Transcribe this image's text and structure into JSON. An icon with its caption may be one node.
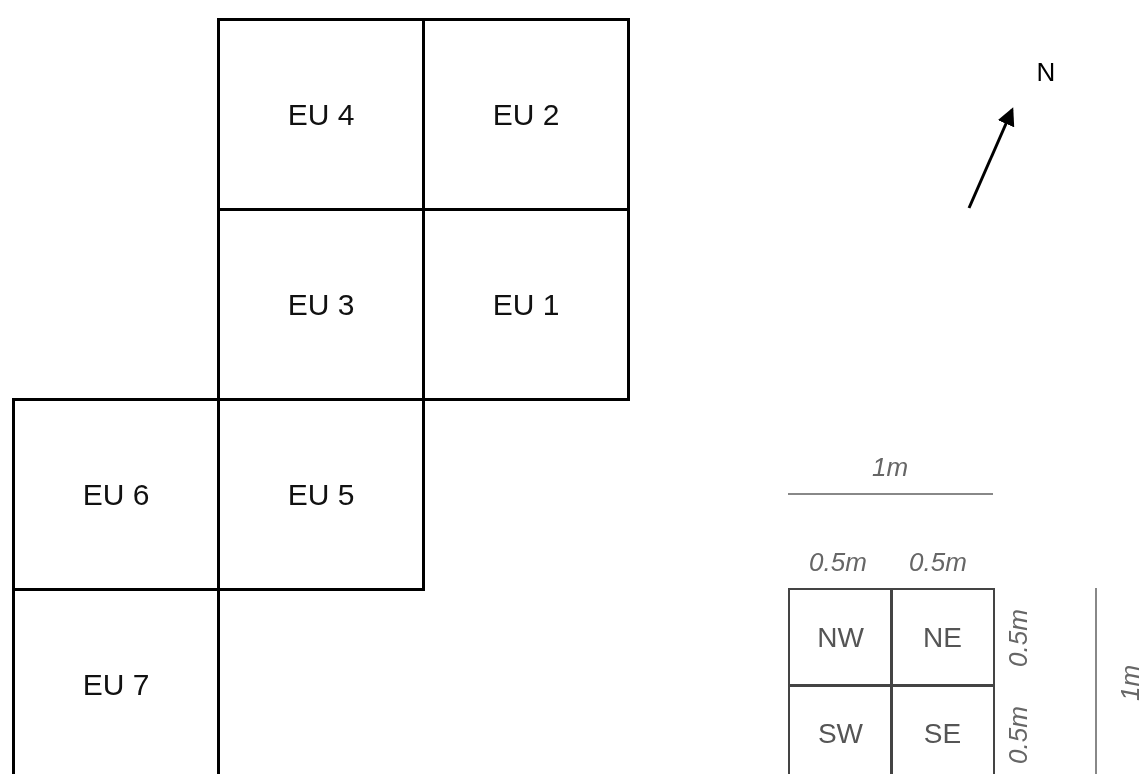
{
  "diagram": {
    "nodes": [
      {
        "text": [
          "EU 4"
        ]
      },
      {
        "text": [
          "EU 2"
        ]
      },
      {
        "text": [
          "EU 3"
        ]
      },
      {
        "text": [
          "EU 1"
        ]
      },
      {
        "text": [
          "EU 6"
        ]
      },
      {
        "text": [
          "EU 5"
        ]
      },
      {
        "text": [
          "EU 7"
        ]
      },
      {
        "text": [
          "NW"
        ]
      },
      {
        "text": [
          "NE"
        ]
      },
      {
        "text": [
          "SW"
        ]
      },
      {
        "text": [
          "SE"
        ]
      }
    ],
    "labels": [
      "N",
      "1m",
      "0.5m",
      "0.5m",
      "0.5m",
      "0.5m",
      "1m"
    ]
  }
}
